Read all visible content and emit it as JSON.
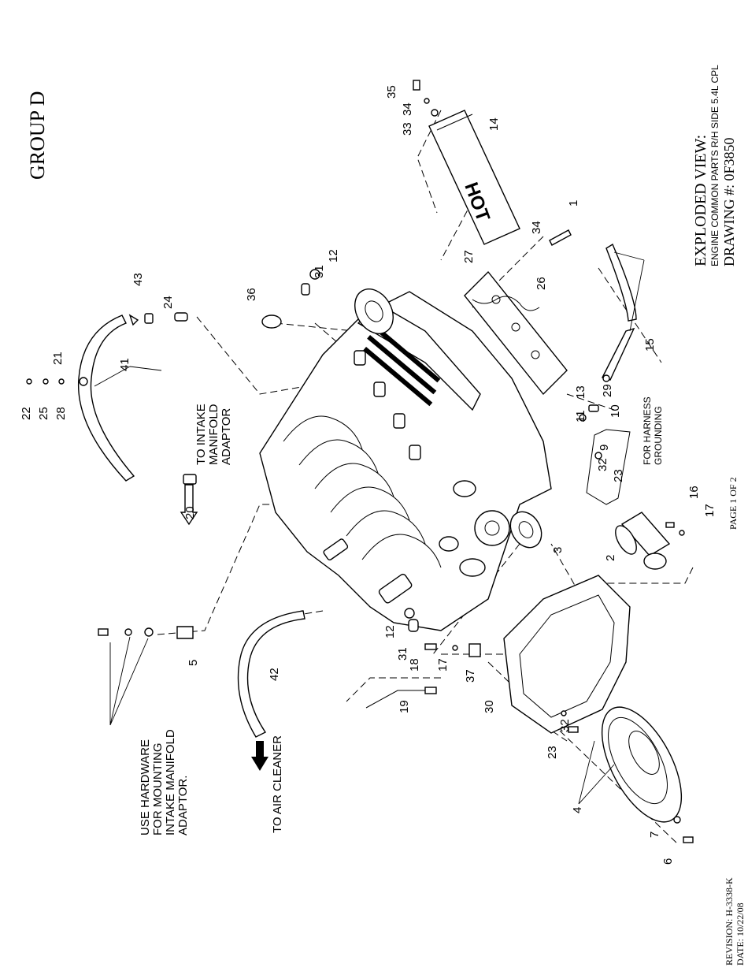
{
  "header": {
    "group": "GROUP D",
    "view_title": "EXPLODED VIEW:",
    "view_subtitle": "ENGINE COMMON PARTS R/H SIDE 5.4L CPL",
    "drawing": "DRAWING #: 0F3850"
  },
  "footer": {
    "page": "PAGE 1 OF 2",
    "revision": "REVISION: H-3338-K",
    "date": "DATE: 10/22/08"
  },
  "notes": {
    "intake_line1": "TO INTAKE",
    "intake_line2": "MANIFOLD",
    "intake_line3": "ADAPTOR",
    "hardware_line1": "USE HARDWARE",
    "hardware_line2": "FOR MOUNTING",
    "hardware_line3": "INTAKE MANIFOLD",
    "hardware_line4": "ADAPTOR.",
    "air_cleaner": "TO AIR CLEANER",
    "grounding_line1": "FOR HARNESS",
    "grounding_line2": "GROUNDING",
    "cover_text": "HOT"
  },
  "callouts": {
    "c1": "1",
    "c2": "2",
    "c3": "3",
    "c4": "4",
    "c5": "5",
    "c6": "6",
    "c7": "7",
    "c9": "9",
    "c10": "10",
    "c11": "11",
    "c12a": "12",
    "c12b": "12",
    "c13": "13",
    "c14": "14",
    "c15": "15",
    "c16": "16",
    "c17a": "17",
    "c17b": "17",
    "c18": "18",
    "c19": "19",
    "c20": "20",
    "c21": "21",
    "c22": "22",
    "c23a": "23",
    "c23b": "23",
    "c24": "24",
    "c25": "25",
    "c26": "26",
    "c27": "27",
    "c28": "28",
    "c29": "29",
    "c30": "30",
    "c31a": "31",
    "c31b": "31",
    "c32a": "32",
    "c32b": "32",
    "c33": "33",
    "c34a": "34",
    "c34b": "34",
    "c35": "35",
    "c36": "36",
    "c37": "37",
    "c41": "41",
    "c42": "42",
    "c43": "43"
  }
}
